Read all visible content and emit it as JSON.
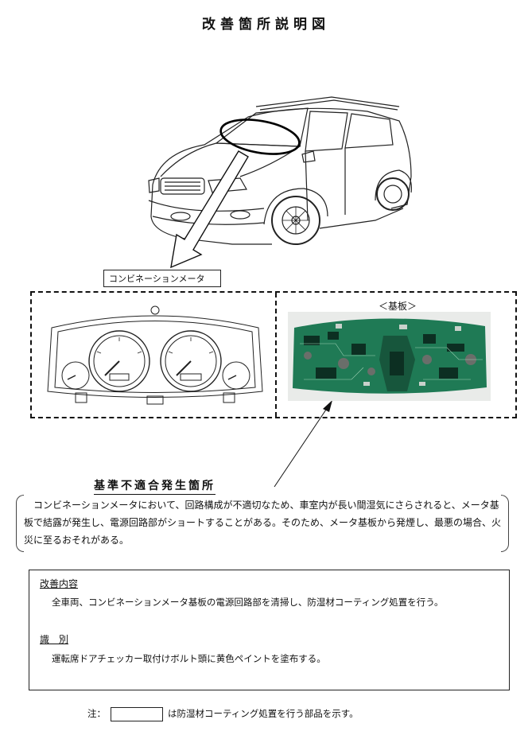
{
  "title": "改善箇所説明図",
  "meter_label": "コンビネーションメータ",
  "board_label": "＜基板＞",
  "defect": {
    "title": "基準不適合発生箇所",
    "description": "コンビネーションメータにおいて、回路構成が不適切なため、車室内が長い間湿気にさらされると、メータ基板で結露が発生し、電源回路部がショートすることがある。そのため、メータ基板から発煙し、最悪の場合、火災に至るおそれがある。"
  },
  "improvement": {
    "heading": "改善内容",
    "body": "全車両、コンビネーションメータ基板の電源回路部を清掃し、防湿材コーティング処置を行う。"
  },
  "identification": {
    "heading": "識　別",
    "body": "運転席ドアチェッカー取付けボルト頭に黄色ペイントを塗布する。"
  },
  "note": {
    "prefix": "注：",
    "suffix": "は防湿材コーティング処置を行う部品を示す。"
  }
}
